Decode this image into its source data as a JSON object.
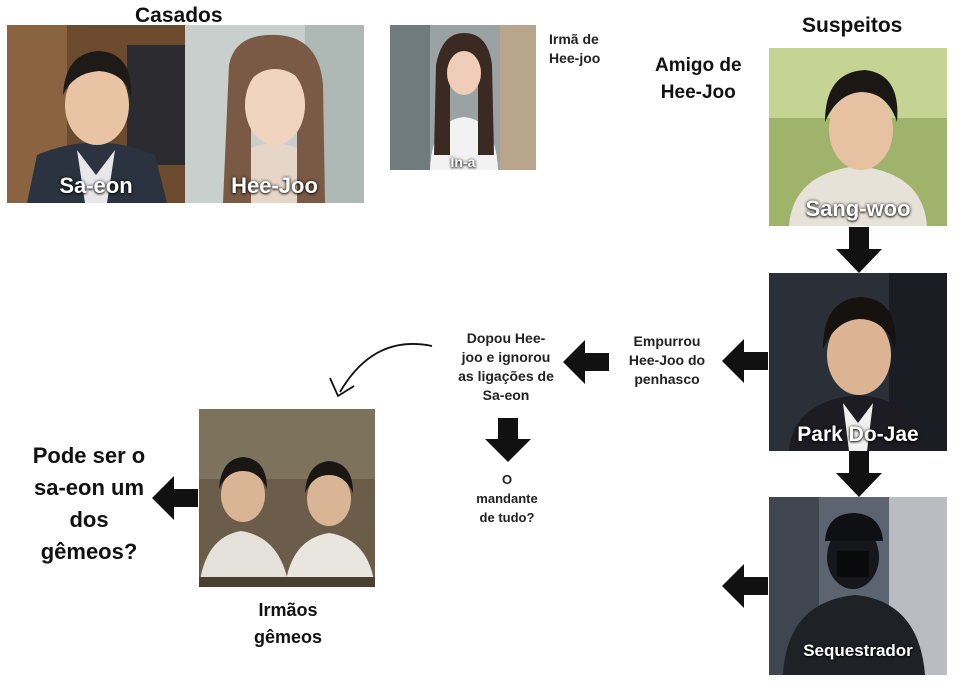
{
  "headings": {
    "married": "Casados",
    "suspects": "Suspeitos"
  },
  "characters": {
    "saeon": "Sa-eon",
    "heejoo": "Hee-Joo",
    "ina": "In-a",
    "sangwoo": "Sang-woo",
    "dojae": "Park Do-Jae",
    "kidnapper": "Sequestrador"
  },
  "relations": {
    "sister_line1": "Irmã de",
    "sister_line2": "Hee-joo",
    "friend_line1": "Amigo de",
    "friend_line2": "Hee-Joo"
  },
  "notes": {
    "pushed": [
      "Empurrou",
      "Hee-Joo do",
      "penhasco"
    ],
    "drugged": [
      "Dopou Hee-",
      "joo e ignorou",
      "as ligações de",
      "Sa-eon"
    ],
    "mastermind": [
      "O",
      "mandante",
      "de tudo?"
    ],
    "twins": [
      "Irmãos",
      "gêmeos"
    ],
    "question": [
      "Pode ser o",
      "sa-eon um",
      "dos",
      "gêmeos?"
    ]
  },
  "colors": {
    "arrow": "#111111",
    "text": "#111111"
  }
}
